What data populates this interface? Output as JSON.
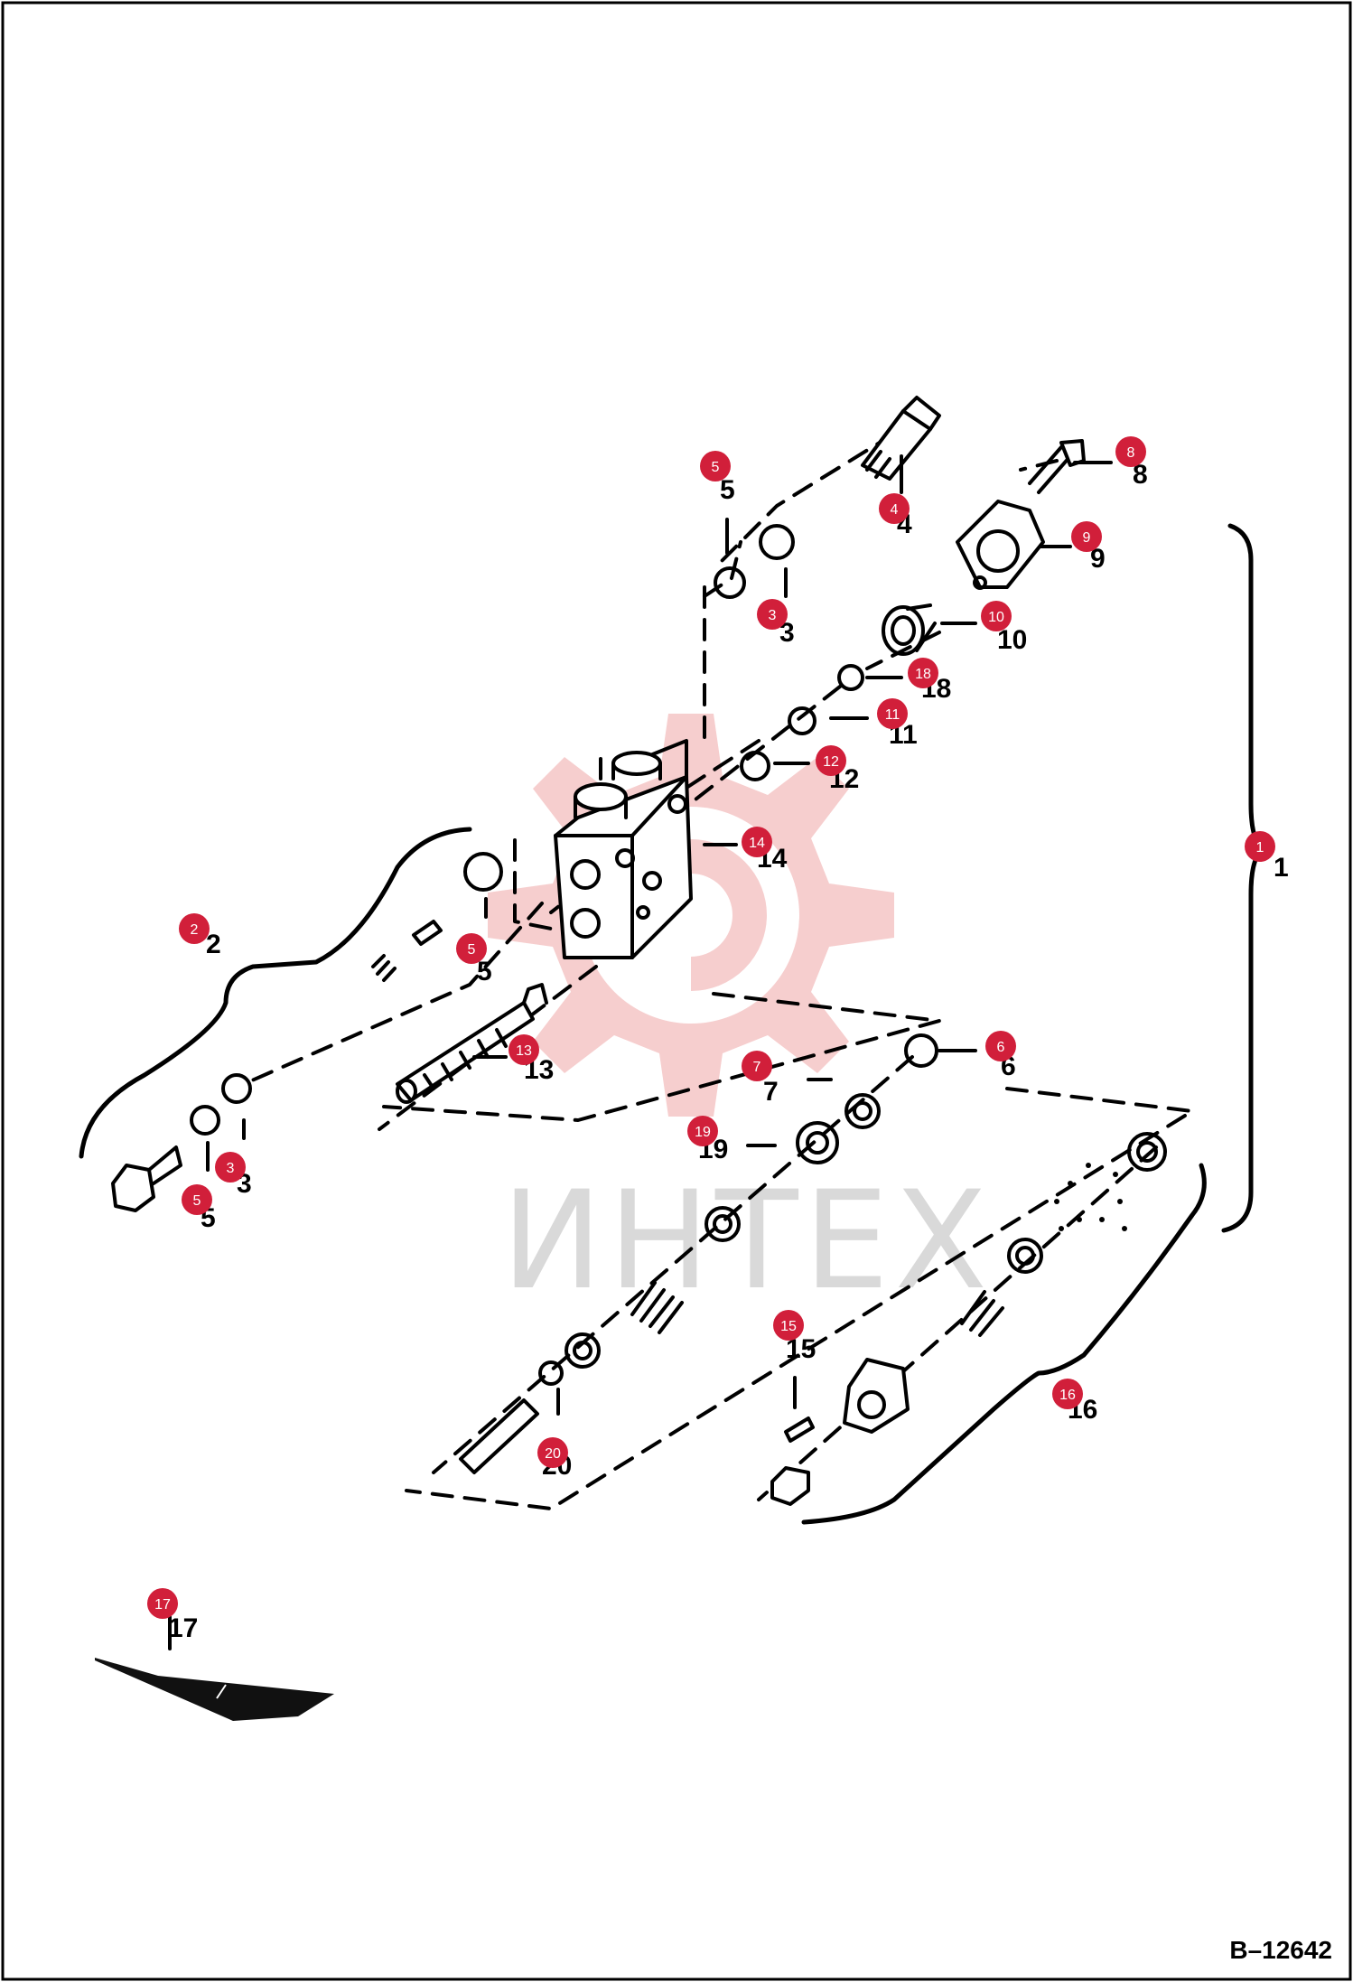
{
  "diagram_id": "B–12642",
  "watermark": "ИНТЕХ",
  "colors": {
    "marker": "#d11f3a",
    "ink": "#000000",
    "logo": "#f6c9c9",
    "watermark_text": "#d9d9d9"
  },
  "callouts": [
    {
      "id": "c1",
      "text": "1"
    },
    {
      "id": "c2",
      "text": "2"
    },
    {
      "id": "c3a",
      "text": "3"
    },
    {
      "id": "c3b",
      "text": "3"
    },
    {
      "id": "c4",
      "text": "4"
    },
    {
      "id": "c5a",
      "text": "5"
    },
    {
      "id": "c5b",
      "text": "5"
    },
    {
      "id": "c5c",
      "text": "5"
    },
    {
      "id": "c6",
      "text": "6"
    },
    {
      "id": "c7",
      "text": "7"
    },
    {
      "id": "c8",
      "text": "8"
    },
    {
      "id": "c9",
      "text": "9"
    },
    {
      "id": "c10",
      "text": "10"
    },
    {
      "id": "c11",
      "text": "11"
    },
    {
      "id": "c12",
      "text": "12"
    },
    {
      "id": "c13",
      "text": "13"
    },
    {
      "id": "c14",
      "text": "14"
    },
    {
      "id": "c15",
      "text": "15"
    },
    {
      "id": "c16",
      "text": "16"
    },
    {
      "id": "c17",
      "text": "17"
    },
    {
      "id": "c18",
      "text": "18"
    },
    {
      "id": "c19",
      "text": "19"
    },
    {
      "id": "c20",
      "text": "20"
    }
  ]
}
